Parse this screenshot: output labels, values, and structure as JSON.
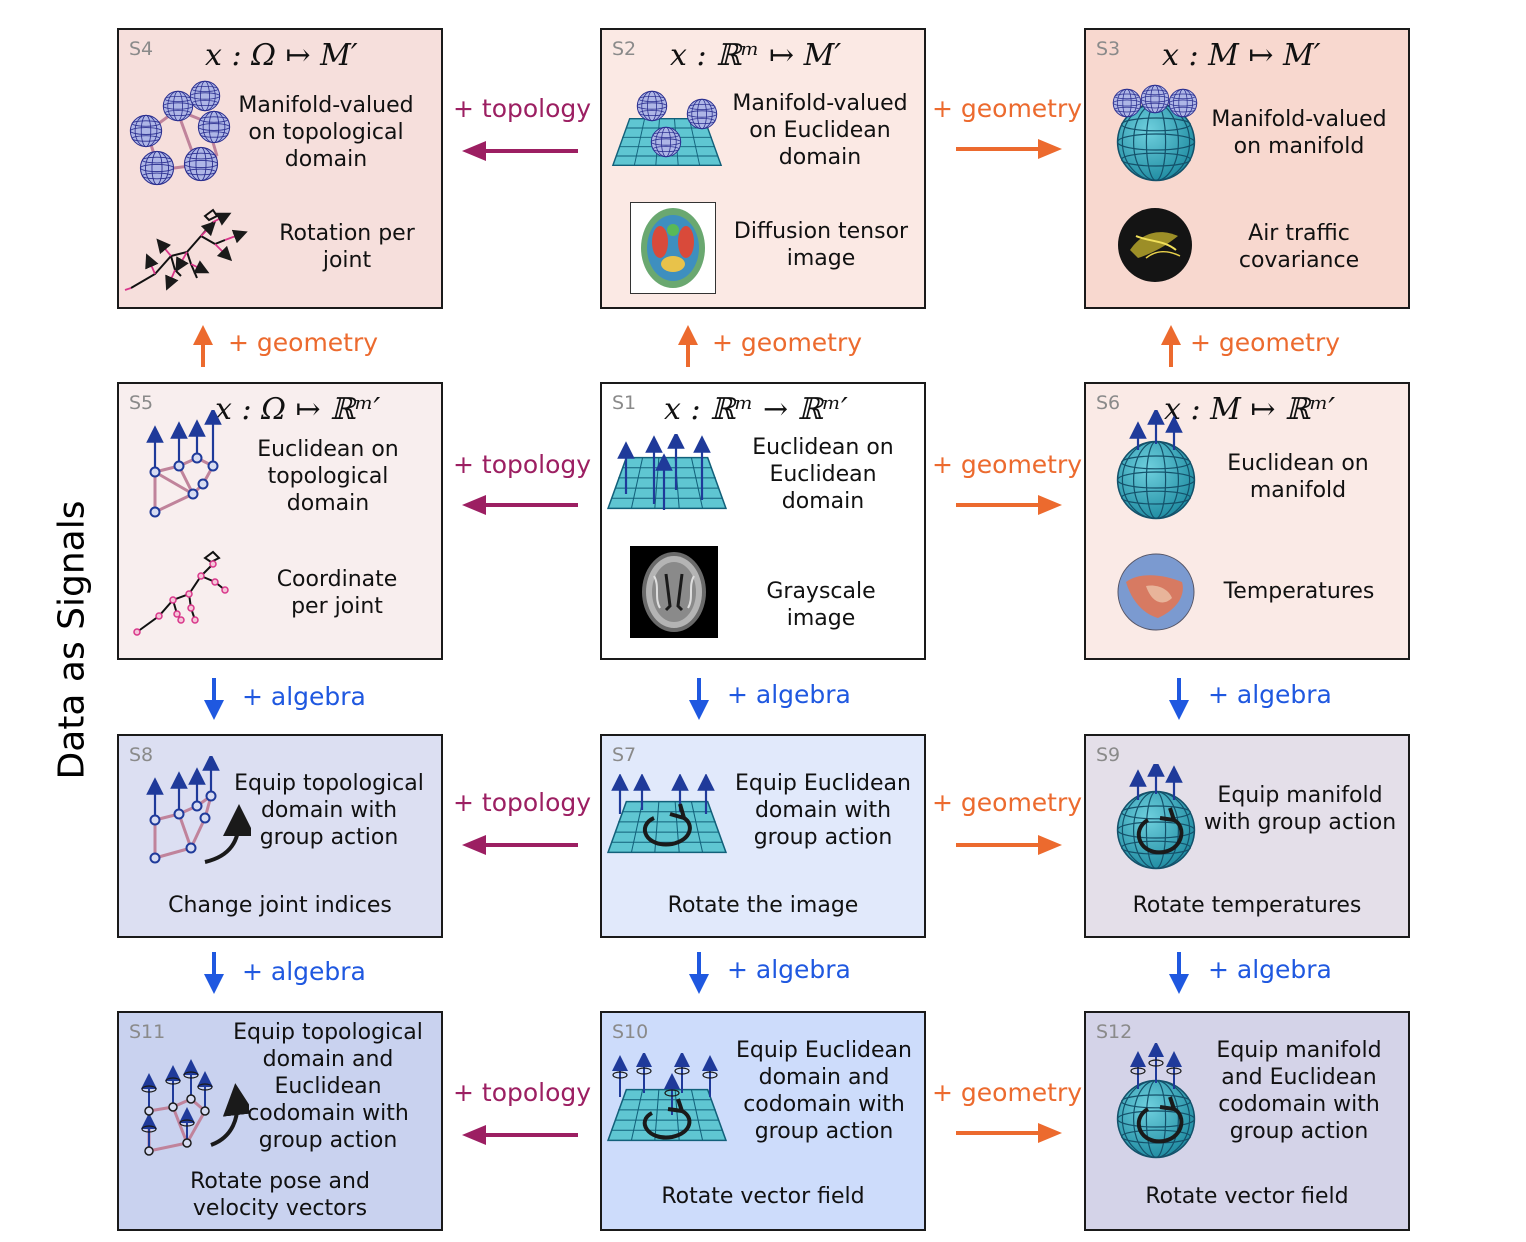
{
  "side_title": "Data as Signals",
  "cards": {
    "s4": {
      "id": "S4",
      "formula": "x : Ω ↦ M′",
      "desc": "Manifold-valued on topological domain",
      "example": "Rotation per joint"
    },
    "s2": {
      "id": "S2",
      "formula": "x : ℝᵐ ↦ M′",
      "desc": "Manifold-valued on Euclidean domain",
      "example": "Diffusion tensor image"
    },
    "s3": {
      "id": "S3",
      "formula": "x : M ↦ M′",
      "desc": "Manifold-valued on manifold",
      "example": "Air traffic covariance"
    },
    "s5": {
      "id": "S5",
      "formula": "x : Ω ↦ ℝᵐ′",
      "desc": "Euclidean on topological domain",
      "example": "Coordinate per joint"
    },
    "s1": {
      "id": "S1",
      "formula": "x : ℝᵐ → ℝᵐ′",
      "desc": "Euclidean on Euclidean domain",
      "example": "Grayscale image"
    },
    "s6": {
      "id": "S6",
      "formula": "x : M ↦ ℝᵐ′",
      "desc": "Euclidean on manifold",
      "example": "Temperatures"
    },
    "s8": {
      "id": "S8",
      "desc": "Equip topological domain with group action",
      "example": "Change joint indices"
    },
    "s7": {
      "id": "S7",
      "desc": "Equip Euclidean domain with group action",
      "example": "Rotate the image"
    },
    "s9": {
      "id": "S9",
      "desc": "Equip manifold with group action",
      "example": "Rotate temperatures"
    },
    "s11": {
      "id": "S11",
      "desc": "Equip topological domain and Euclidean codomain with group action",
      "example": "Rotate pose and velocity vectors"
    },
    "s10": {
      "id": "S10",
      "desc": "Equip Euclidean domain and codomain with group action",
      "example": "Rotate vector field"
    },
    "s12": {
      "id": "S12",
      "desc": "Equip manifold and Euclidean codomain with group action",
      "example": "Rotate vector field"
    }
  },
  "transitions": {
    "topology": "+ topology",
    "geometry": "+ geometry",
    "algebra": "+ algebra"
  },
  "colors": {
    "topology": "#9c1f62",
    "geometry": "#ec6a2e",
    "algebra": "#1f58e0",
    "sphere": "#2aa3b8",
    "grid": "#2aa3b8",
    "vector": "#1f3a9a"
  }
}
